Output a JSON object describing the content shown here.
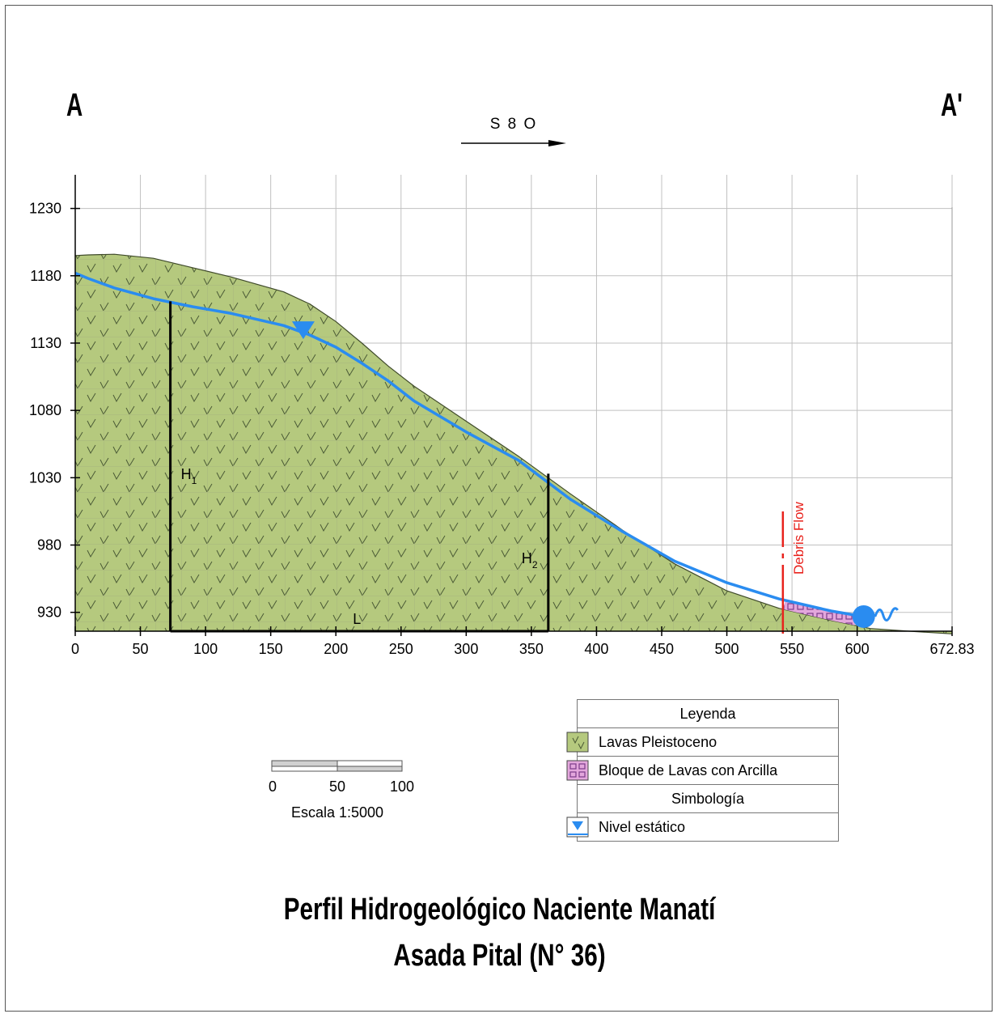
{
  "section": {
    "start_label": "A",
    "end_label": "A'"
  },
  "direction": {
    "label": "S 8 O"
  },
  "chart_data": {
    "type": "area",
    "x": [
      0,
      10,
      30,
      60,
      90,
      120,
      160,
      180,
      200,
      220,
      240,
      260,
      300,
      340,
      380,
      420,
      460,
      500,
      540,
      580,
      610,
      640,
      672.83
    ],
    "series": [
      {
        "name": "Lavas Pleistoceno",
        "surface": [
          1195,
          1195.5,
          1196,
          1193,
          1186,
          1179,
          1168,
          1159,
          1146,
          1130,
          1113,
          1098,
          1072,
          1046,
          1018,
          991,
          966,
          946,
          933,
          924,
          918,
          916,
          914
        ]
      },
      {
        "name": "Nivel estático",
        "values": [
          1182,
          1178,
          1171,
          1163,
          1157,
          1152,
          1143,
          1136,
          1127,
          1115,
          1102,
          1087,
          1064,
          1043,
          1014,
          990,
          968,
          952,
          940,
          931,
          926
        ]
      }
    ],
    "xticks": [
      0,
      50,
      100,
      150,
      200,
      250,
      300,
      350,
      400,
      450,
      500,
      550,
      600,
      672.83
    ],
    "yticks": [
      930,
      980,
      1030,
      1080,
      1130,
      1180,
      1230
    ],
    "xlim": [
      0,
      672.83
    ],
    "ylim": [
      916,
      1255
    ],
    "water_table_marker_x": 175,
    "spring_x": 605,
    "debris_flow": {
      "x": 543,
      "label": "Debris Flow"
    },
    "clay_block": {
      "label": "Bloque de Lavas con Arcilla",
      "x_range": [
        543,
        600
      ]
    },
    "annotations": {
      "h1": {
        "label": "H",
        "sub": "1",
        "x": 73,
        "y_top": 1161,
        "y_bottom": 916
      },
      "h2": {
        "label": "H",
        "sub": "2",
        "x": 363,
        "y_top": 1033,
        "y_bottom": 916
      },
      "l": {
        "label": "L"
      }
    },
    "colors": {
      "lava": "#b5c97e",
      "lava_mark": "#4a5a35",
      "clay": "#e3a7dc",
      "water": "#2a8cf0",
      "debris": "#e8221c",
      "grid": "#c0c0c0"
    }
  },
  "scale_bar": {
    "labels": [
      "0",
      "50",
      "100"
    ],
    "caption": "Escala 1:5000"
  },
  "legend": {
    "header": "Leyenda",
    "items": [
      {
        "label": "Lavas Pleistoceno",
        "icon": "lava-pattern-icon"
      },
      {
        "label": "Bloque de Lavas con Arcilla",
        "icon": "clay-block-pattern-icon"
      }
    ],
    "symbology_header": "Simbología",
    "symbols": [
      {
        "label": "Nivel estático",
        "icon": "water-level-icon"
      }
    ]
  },
  "title": {
    "line1": "Perfil Hidrogeológico Naciente Manatí",
    "line2": "Asada Pital (N° 36)"
  }
}
